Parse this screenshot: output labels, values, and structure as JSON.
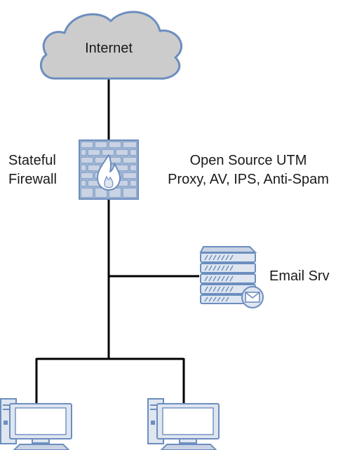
{
  "cloud": {
    "label": "Internet"
  },
  "firewall": {
    "left_label_line1": "Stateful",
    "left_label_line2": "Firewall",
    "right_label_line1": "Open Source UTM",
    "right_label_line2": "Proxy, AV, IPS, Anti-Spam"
  },
  "email_server": {
    "label": "Email Srv"
  },
  "colors": {
    "line": "#000000",
    "cloud_fill": "#cccccc",
    "cloud_stroke": "#6c8ebf",
    "icon_fill": "#dfe6f0",
    "icon_stroke": "#6c8ebf",
    "brick": "#c9d3e3"
  }
}
